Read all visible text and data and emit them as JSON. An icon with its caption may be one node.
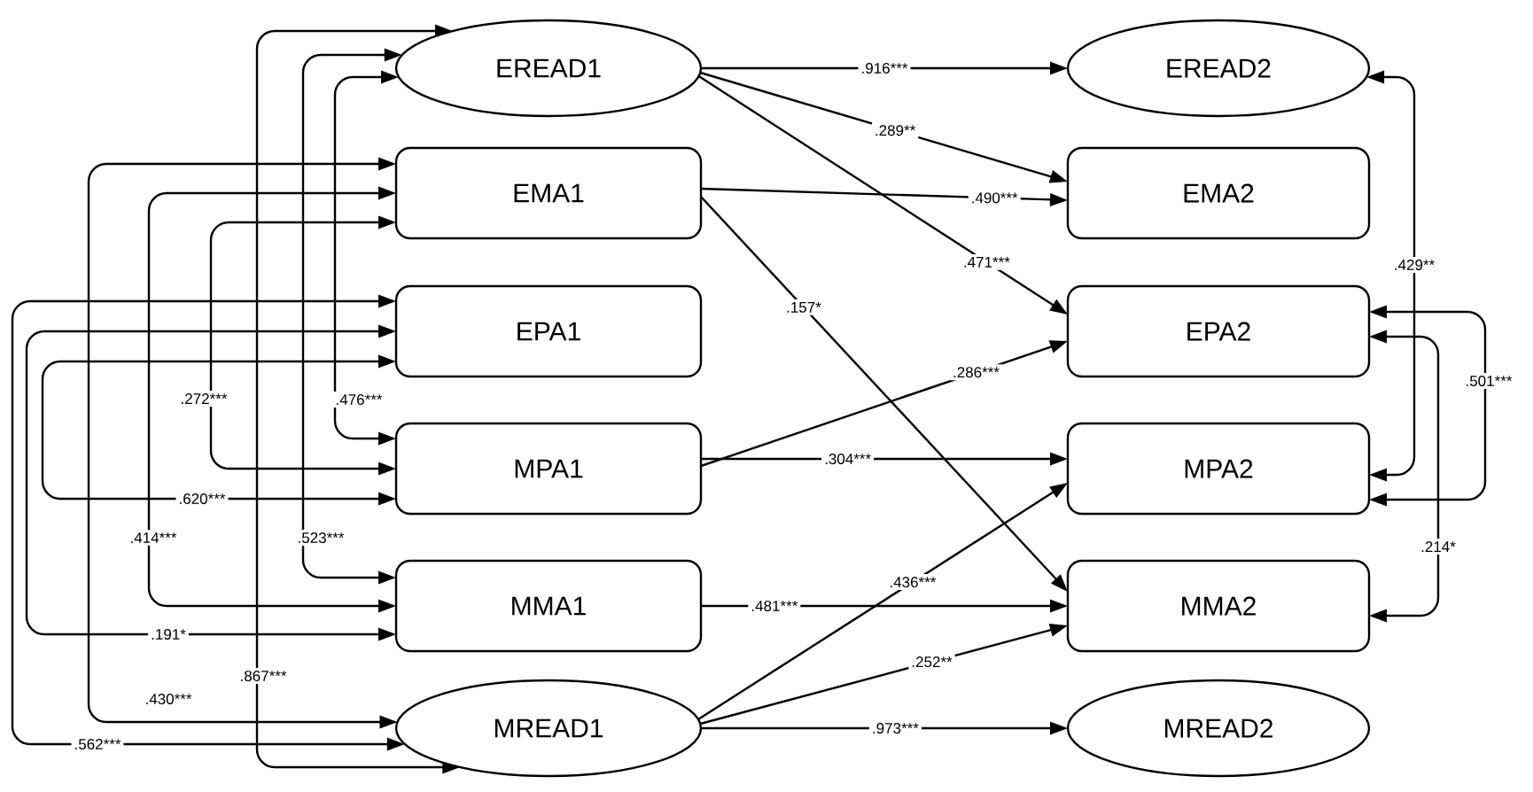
{
  "diagram": {
    "nodes": [
      {
        "text": [
          "EREAD1"
        ]
      },
      {
        "text": [
          "EMA1"
        ]
      },
      {
        "text": [
          "EPA1"
        ]
      },
      {
        "text": [
          "MPA1"
        ]
      },
      {
        "text": [
          "MMA1"
        ]
      },
      {
        "text": [
          "MREAD1"
        ]
      },
      {
        "text": [
          "EREAD2"
        ]
      },
      {
        "text": [
          "EMA2"
        ]
      },
      {
        "text": [
          "EPA2"
        ]
      },
      {
        "text": [
          "MPA2"
        ]
      },
      {
        "text": [
          "MMA2"
        ]
      },
      {
        "text": [
          "MREAD2"
        ]
      }
    ],
    "edges": [
      {
        "from": 0,
        "to": 6,
        "arrow": "to",
        "label": ".916***"
      },
      {
        "from": 0,
        "to": 7,
        "arrow": "to",
        "label": ".289**"
      },
      {
        "from": 0,
        "to": 8,
        "arrow": "to",
        "label": ".471***"
      },
      {
        "from": 1,
        "to": 7,
        "arrow": "to",
        "label": ".490***"
      },
      {
        "from": 1,
        "to": 10,
        "arrow": "to",
        "label": ".157*"
      },
      {
        "from": 3,
        "to": 8,
        "arrow": "to",
        "label": ".286***"
      },
      {
        "from": 3,
        "to": 9,
        "arrow": "to",
        "label": ".304***"
      },
      {
        "from": 4,
        "to": 10,
        "arrow": "to",
        "label": ".481***"
      },
      {
        "from": 5,
        "to": 9,
        "arrow": "to",
        "label": ".436***"
      },
      {
        "from": 5,
        "to": 10,
        "arrow": "to",
        "label": ".252**"
      },
      {
        "from": 5,
        "to": 11,
        "arrow": "to",
        "label": ".973***"
      },
      {
        "from": 1,
        "to": 3,
        "arrow": "both",
        "label": ".272***"
      },
      {
        "from": 0,
        "to": 3,
        "arrow": "both",
        "label": ".476***"
      },
      {
        "from": 2,
        "to": 3,
        "arrow": "both",
        "label": ".620***"
      },
      {
        "from": 1,
        "to": 4,
        "arrow": "both",
        "label": ".414***"
      },
      {
        "from": 0,
        "to": 4,
        "arrow": "both",
        "label": ".523***"
      },
      {
        "from": 2,
        "to": 4,
        "arrow": "both",
        "label": ".191*"
      },
      {
        "from": 1,
        "to": 5,
        "arrow": "both",
        "label": ".430***"
      },
      {
        "from": 2,
        "to": 5,
        "arrow": "both",
        "label": ".562***"
      },
      {
        "from": 0,
        "to": 5,
        "arrow": "both",
        "label": ".867***"
      },
      {
        "from": 6,
        "to": 9,
        "arrow": "both",
        "label": ".429**"
      },
      {
        "from": 8,
        "to": 9,
        "arrow": "both",
        "label": ".501***"
      },
      {
        "from": 8,
        "to": 10,
        "arrow": "both",
        "label": ".214*"
      }
    ]
  }
}
